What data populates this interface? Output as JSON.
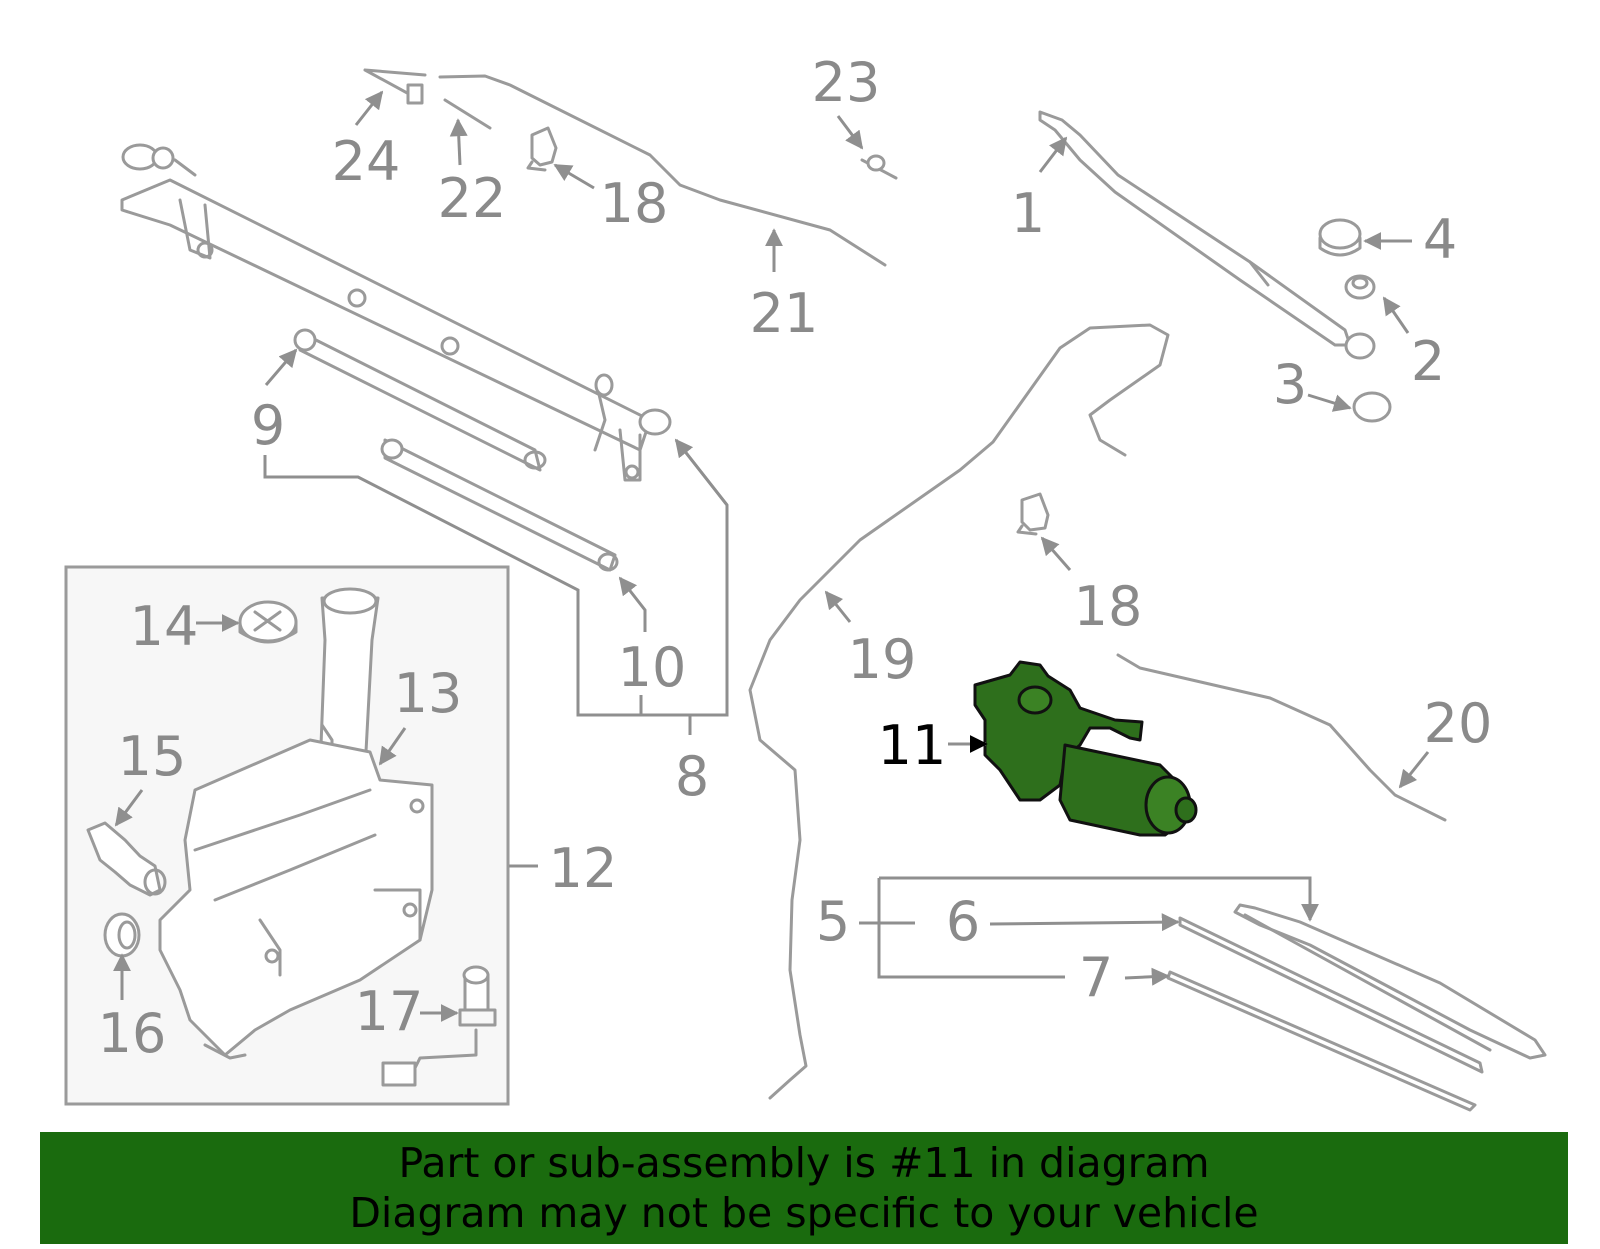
{
  "highlight_color": "#1a6b0e",
  "part_color": "#2e6f1c",
  "line_color": "#9a9a9a",
  "banner": {
    "line1": "Part or sub-assembly is #11 in diagram",
    "line2": "Diagram may not be specific to your vehicle"
  },
  "callouts": {
    "c1": "1",
    "c2": "2",
    "c3": "3",
    "c4": "4",
    "c5": "5",
    "c6": "6",
    "c7": "7",
    "c8": "8",
    "c9": "9",
    "c10": "10",
    "c11": "11",
    "c12": "12",
    "c13": "13",
    "c14": "14",
    "c15": "15",
    "c16": "16",
    "c17": "17",
    "c18a": "18",
    "c18b": "18",
    "c19": "19",
    "c20": "20",
    "c21": "21",
    "c22": "22",
    "c23": "23",
    "c24": "24"
  }
}
